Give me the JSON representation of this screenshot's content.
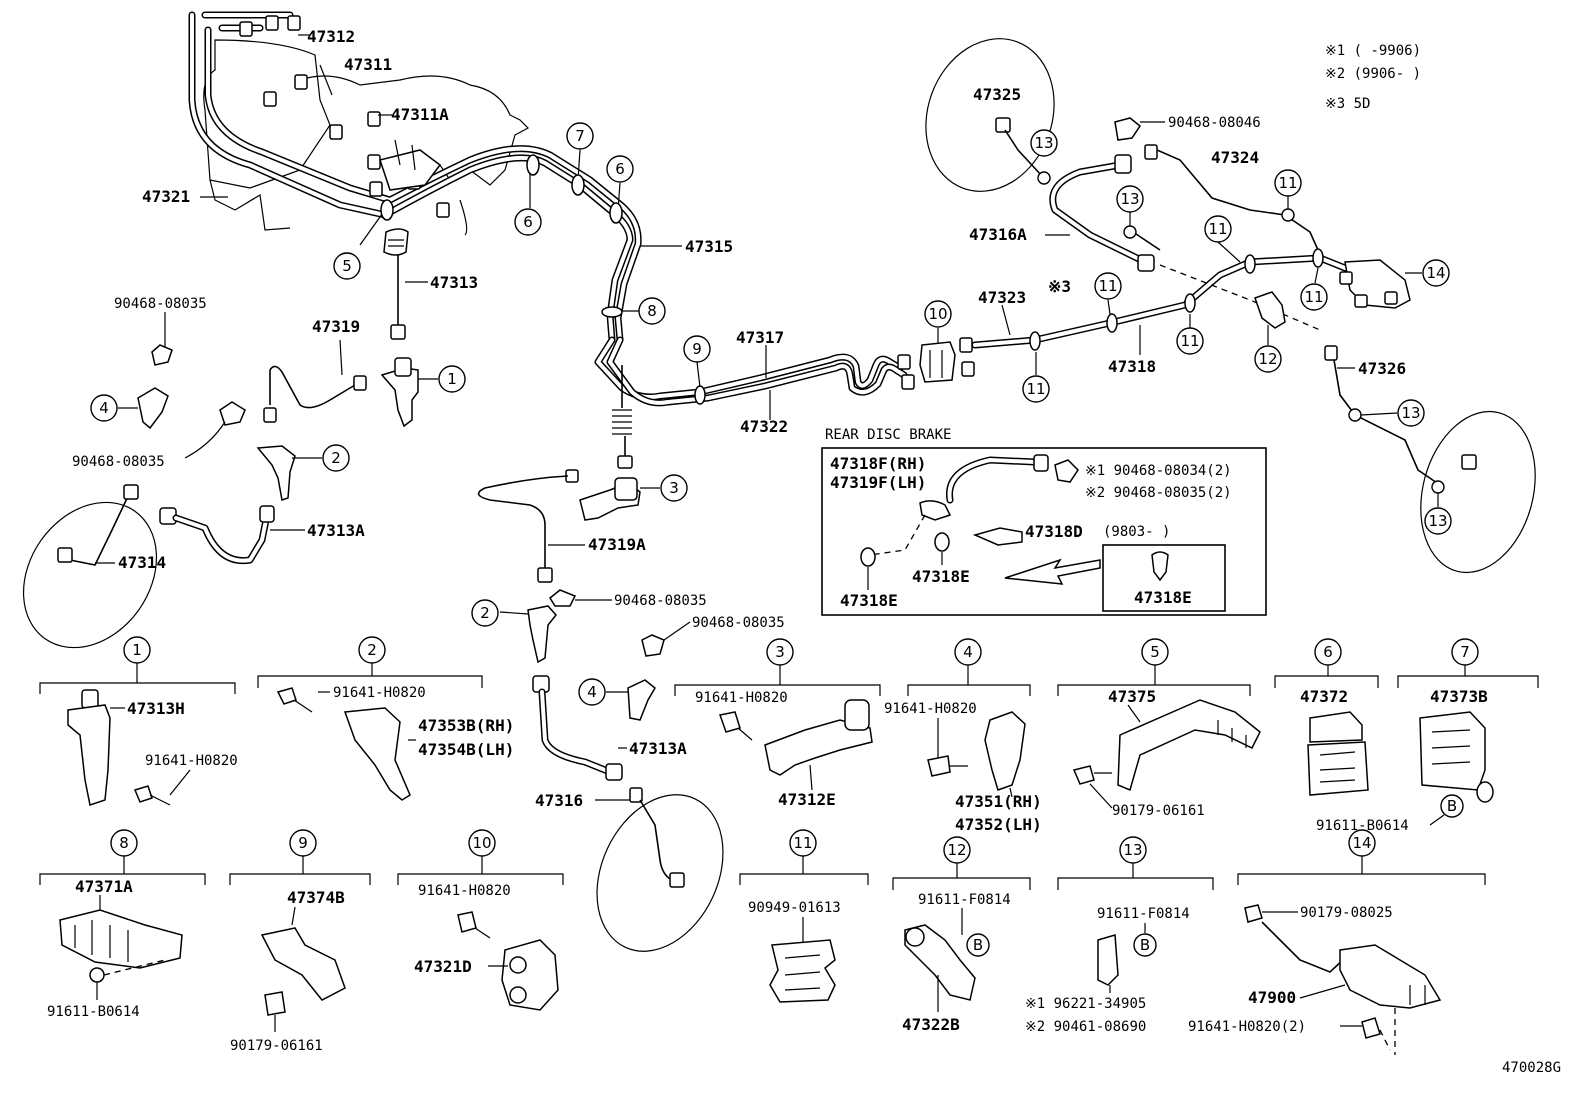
{
  "legend": {
    "line1": "※1 (     -9906)",
    "line2": "※2 (9906-     )",
    "line3": "※3  5D"
  },
  "main_labels": {
    "l47312": "47312",
    "l47311": "47311",
    "l47311A": "47311A",
    "l47321": "47321",
    "l47313": "47313",
    "l47315": "47315",
    "l47319": "47319",
    "l90468_a": "90468-08035",
    "l90468_b": "90468-08035",
    "l47313A_top": "47313A",
    "l47314": "47314",
    "l47319A": "47319A",
    "l90468_c": "90468-08035",
    "l90468_d": "90468-08035",
    "l47313A_mid": "47313A",
    "l47316": "47316",
    "l47317": "47317",
    "l47322": "47322",
    "l47325": "47325",
    "l90468_e": "90468-08046",
    "l47324": "47324",
    "l47316A": "47316A",
    "l47323": "47323",
    "l_star3": "※3",
    "l47318": "47318",
    "l47326": "47326"
  },
  "rear_disc": {
    "title": "REAR DISC BRAKE",
    "l47318F": "47318F(RH)",
    "l47319F": "47319F(LH)",
    "s1": "※1 90468-08034(2)",
    "s2": "※2 90468-08035(2)",
    "l47318D": "47318D",
    "l9803": "(9803-      )",
    "l47318E_a": "47318E",
    "l47318E_b": "47318E",
    "l47318E_c": "47318E"
  },
  "callouts": {
    "c1": "1",
    "c2": "2",
    "c3": "3",
    "c4": "4",
    "c5": "5",
    "c6": "6",
    "c7": "7",
    "c8": "8",
    "c9": "9",
    "c10": "10",
    "c11": "11",
    "c12": "12",
    "c13": "13",
    "c14": "14"
  },
  "detail_groups": {
    "g1": {
      "num": "1",
      "part_a": "47313H",
      "part_b": "91641-H0820"
    },
    "g2": {
      "num": "2",
      "part_a": "91641-H0820",
      "part_b": "47353B(RH)",
      "part_c": "47354B(LH)"
    },
    "g3": {
      "num": "3",
      "part_a": "91641-H0820",
      "part_b": "47312E"
    },
    "g4": {
      "num": "4",
      "part_a": "91641-H0820",
      "part_b": "47351(RH)",
      "part_c": "47352(LH)"
    },
    "g5": {
      "num": "5",
      "part_a": "47375",
      "part_b": "90179-06161"
    },
    "g6": {
      "num": "6",
      "part_a": "47372"
    },
    "g7": {
      "num": "7",
      "part_a": "47373B",
      "part_b": "91611-B0614",
      "mark": "B"
    },
    "g8": {
      "num": "8",
      "part_a": "47371A",
      "part_b": "91611-B0614"
    },
    "g9": {
      "num": "9",
      "part_a": "47374B",
      "part_b": "90179-06161"
    },
    "g10": {
      "num": "10",
      "part_a": "91641-H0820",
      "part_b": "47321D"
    },
    "g11": {
      "num": "11",
      "part_a": "90949-01613"
    },
    "g12": {
      "num": "12",
      "part_a": "91611-F0814",
      "part_b": "47322B",
      "mark": "B"
    },
    "g13": {
      "num": "13",
      "part_a": "91611-F0814",
      "mark": "B",
      "s1": "※1 96221-34905",
      "s2": "※2 90461-08690"
    },
    "g14": {
      "num": "14",
      "part_a": "90179-08025",
      "part_b": "47900",
      "part_c": "91641-H0820(2)"
    }
  },
  "figure_code": "470028G"
}
